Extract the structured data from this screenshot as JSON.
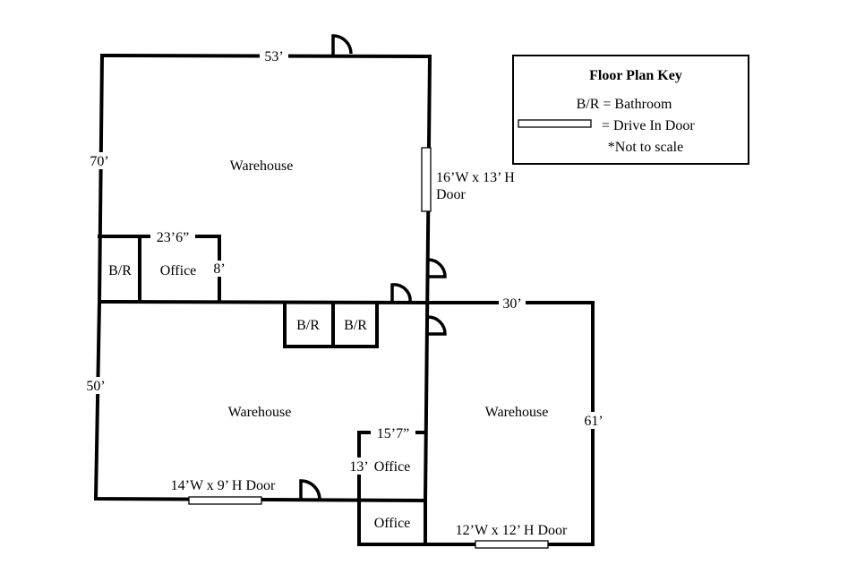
{
  "rooms": {
    "warehouse_top": "Warehouse",
    "warehouse_bottom_left": "Warehouse",
    "warehouse_right": "Warehouse",
    "office_top": "Office",
    "office_bottom_upper": "Office",
    "office_bottom_lower": "Office",
    "bathroom_top": "B/R",
    "bathroom_mid_1": "B/R",
    "bathroom_mid_2": "B/R"
  },
  "dimensions": {
    "top_width": "53’",
    "top_height": "70’",
    "bottom_left_height": "50’",
    "right_width": "30’",
    "right_height": "61’",
    "office_top_width": "23’6”",
    "office_top_depth": "8’",
    "office_bottom_width": "15’7”",
    "office_bottom_depth": "13’"
  },
  "doors": {
    "top_drive_line1": "16’W x 13’ H",
    "top_drive_line2": "Door",
    "bottom_left_drive": "14’W x 9’ H Door",
    "right_drive": "12’W x 12’ H Door"
  },
  "key": {
    "title": "Floor Plan Key",
    "bathroom_def": "B/R = Bathroom",
    "drive_door_def": "= Drive In Door",
    "scale_note": "*Not to scale"
  }
}
